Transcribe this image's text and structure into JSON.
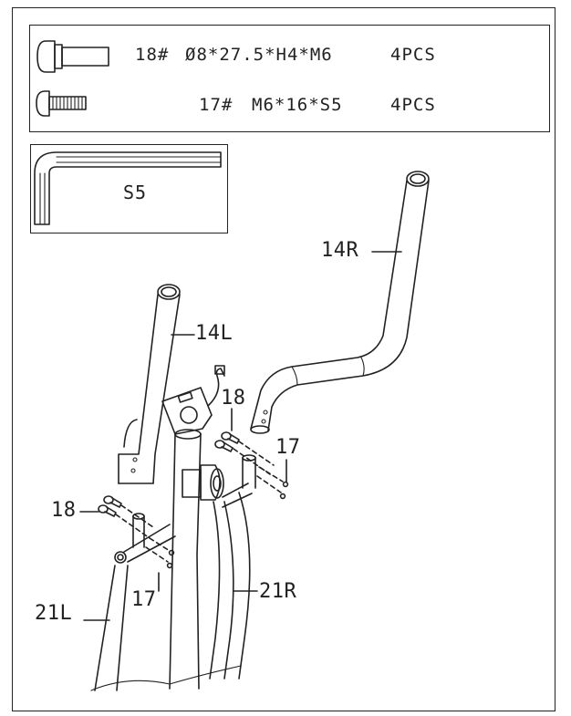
{
  "parts": [
    {
      "id": "18#",
      "spec": "Ø8*27.5*H4*M6",
      "qty": "4PCS",
      "icon": "carriage-bolt-icon"
    },
    {
      "id": "17#",
      "spec": "M6*16*S5",
      "qty": "4PCS",
      "icon": "hex-socket-bolt-icon"
    }
  ],
  "tool": {
    "label": "S5",
    "icon": "allen-wrench-icon"
  },
  "callouts": {
    "right_handlebar": "14R",
    "left_handlebar": "14L",
    "bolt_18_upper": "18",
    "bolt_17_right": "17",
    "bolt_18_left": "18",
    "bolt_17_lower": "17",
    "right_leg": "21R",
    "left_leg": "21L"
  }
}
